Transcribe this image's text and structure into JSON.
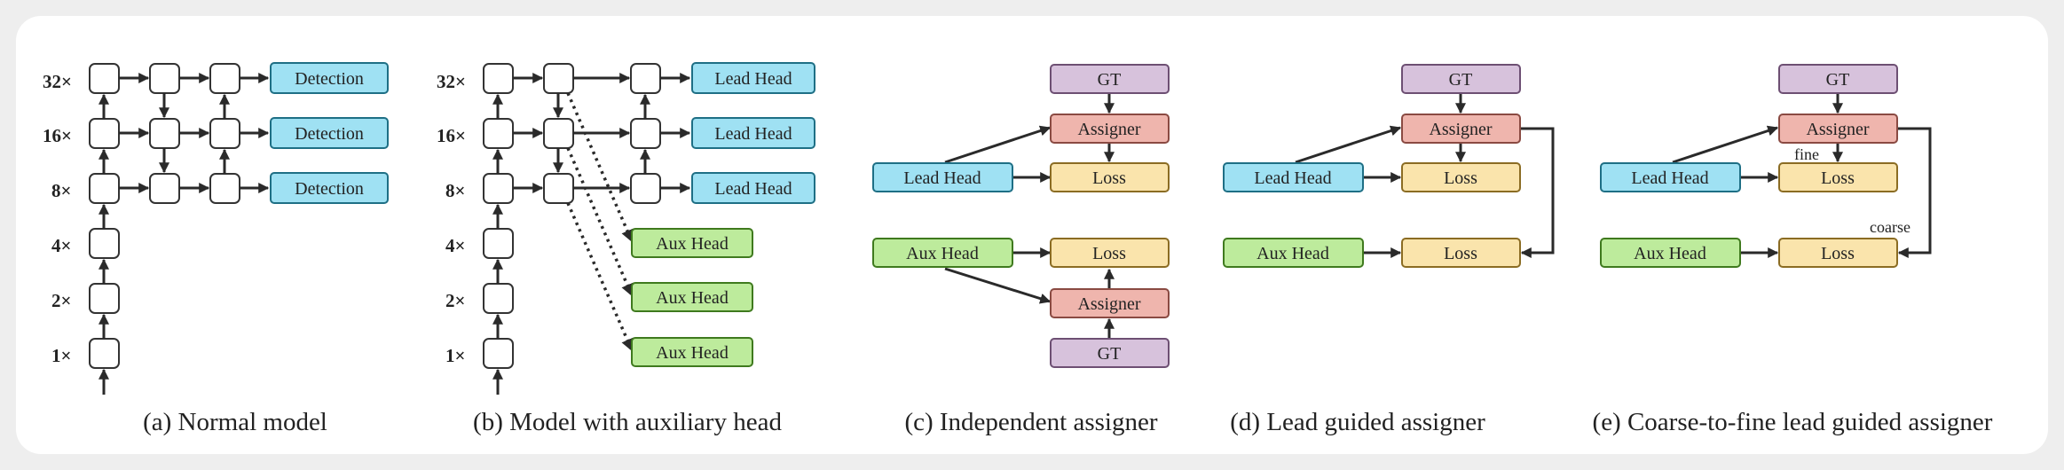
{
  "colors": {
    "cyan": "#9fe1f3",
    "green": "#bdeb9c",
    "purple": "#d7c2dc",
    "pink": "#efb5ad",
    "yellow": "#fae4ac",
    "line": "#2a2a2a"
  },
  "panel_a": {
    "scales": [
      "32×",
      "16×",
      "8×",
      "4×",
      "2×",
      "1×"
    ],
    "detection_label": "Detection",
    "caption": "(a) Normal model"
  },
  "panel_b": {
    "scales": [
      "32×",
      "16×",
      "8×",
      "4×",
      "2×",
      "1×"
    ],
    "lead_label": "Lead Head",
    "aux_label": "Aux Head",
    "caption": "(b) Model with auxiliary head"
  },
  "panel_c": {
    "gt": "GT",
    "assigner": "Assigner",
    "loss": "Loss",
    "lead_head": "Lead Head",
    "aux_head": "Aux Head",
    "caption": "(c) Independent assigner"
  },
  "panel_d": {
    "gt": "GT",
    "assigner": "Assigner",
    "loss": "Loss",
    "lead_head": "Lead Head",
    "aux_head": "Aux Head",
    "caption": "(d) Lead guided assigner"
  },
  "panel_e": {
    "gt": "GT",
    "assigner": "Assigner",
    "loss": "Loss",
    "lead_head": "Lead Head",
    "aux_head": "Aux Head",
    "fine": "fine",
    "coarse": "coarse",
    "caption": "(e) Coarse-to-fine lead guided assigner"
  }
}
